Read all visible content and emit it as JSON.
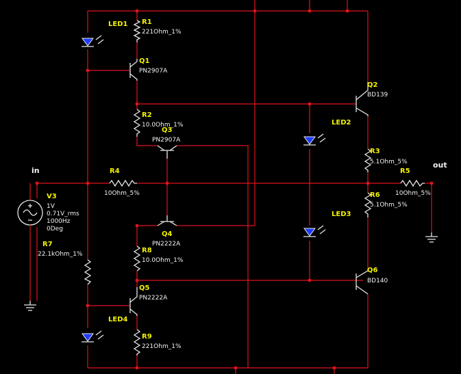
{
  "colors": {
    "background": "#000000",
    "wire": "#e0141c",
    "component": "#e8e8e8",
    "ref_label": "#f2f200",
    "value_label": "#f2f2f2",
    "led_body": "#1f3cff"
  },
  "nets": {
    "in": "in",
    "out": "out"
  },
  "components": {
    "led1": {
      "ref": "LED1"
    },
    "led2": {
      "ref": "LED2"
    },
    "led3": {
      "ref": "LED3"
    },
    "led4": {
      "ref": "LED4"
    },
    "r1": {
      "ref": "R1",
      "value": "221Ohm_1%"
    },
    "r2": {
      "ref": "R2",
      "value": "10.0Ohm_1%"
    },
    "r3": {
      "ref": "R3",
      "value": "5.1Ohm_5%"
    },
    "r4": {
      "ref": "R4",
      "value": "10Ohm_5%"
    },
    "r5": {
      "ref": "R5",
      "value": "10Ohm_5%"
    },
    "r6": {
      "ref": "R6",
      "value": "5.1Ohm_5%"
    },
    "r7": {
      "ref": "R7",
      "value": "22.1kOhm_1%"
    },
    "r8": {
      "ref": "R8",
      "value": "10.0Ohm_1%"
    },
    "r9": {
      "ref": "R9",
      "value": "221Ohm_1%"
    },
    "q1": {
      "ref": "Q1",
      "value": "PN2907A"
    },
    "q2": {
      "ref": "Q2",
      "value": "BD139"
    },
    "q3": {
      "ref": "Q3",
      "value": "PN2907A"
    },
    "q4": {
      "ref": "Q4",
      "value": "PN2222A"
    },
    "q5": {
      "ref": "Q5",
      "value": "PN2222A"
    },
    "q6": {
      "ref": "Q6",
      "value": "BD140"
    },
    "v3": {
      "ref": "V3",
      "amplitude": "1V",
      "rms": "0.71V_rms",
      "frequency": "1000Hz",
      "phase": "0Deg"
    }
  }
}
